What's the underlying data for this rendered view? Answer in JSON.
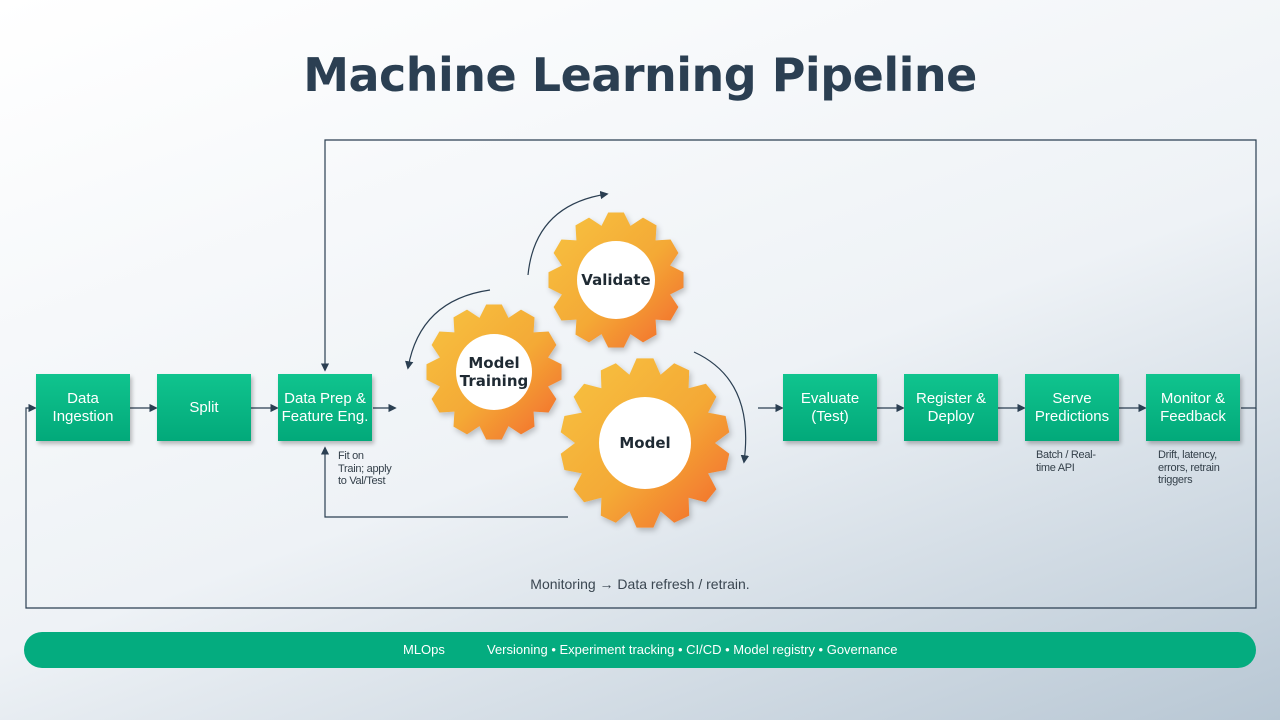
{
  "title": "Machine Learning Pipeline",
  "colors": {
    "box_green": "#03b07f",
    "gear_yellow": "#f5b637",
    "gear_orange": "#f2732e",
    "line": "#2b3f52",
    "title": "#2b3f52"
  },
  "steps": [
    {
      "id": "data-ingestion",
      "label": "Data\nIngestion"
    },
    {
      "id": "split",
      "label": "Split"
    },
    {
      "id": "data-prep",
      "label": "Data Prep &\nFeature Eng.",
      "note": "Fit on\nTrain; apply\nto Val/Test"
    },
    {
      "id": "evaluate",
      "label": "Evaluate\n(Test)"
    },
    {
      "id": "register-deploy",
      "label": "Register &\nDeploy"
    },
    {
      "id": "serve-predictions",
      "label": "Serve\nPredictions",
      "note": "Batch / Real-\ntime API"
    },
    {
      "id": "monitor-feedback",
      "label": "Monitor &\nFeedback",
      "note": "Drift, latency,\nerrors, retrain\ntriggers"
    }
  ],
  "gears": [
    {
      "id": "model-training",
      "label": "Model\nTraining"
    },
    {
      "id": "validate",
      "label": "Validate"
    },
    {
      "id": "model",
      "label": "Model"
    }
  ],
  "loop_caption": "Monitoring → Data refresh / retrain.",
  "mlops": {
    "label": "MLOps",
    "items": "Versioning • Experiment tracking • CI/CD • Model registry • Governance"
  }
}
